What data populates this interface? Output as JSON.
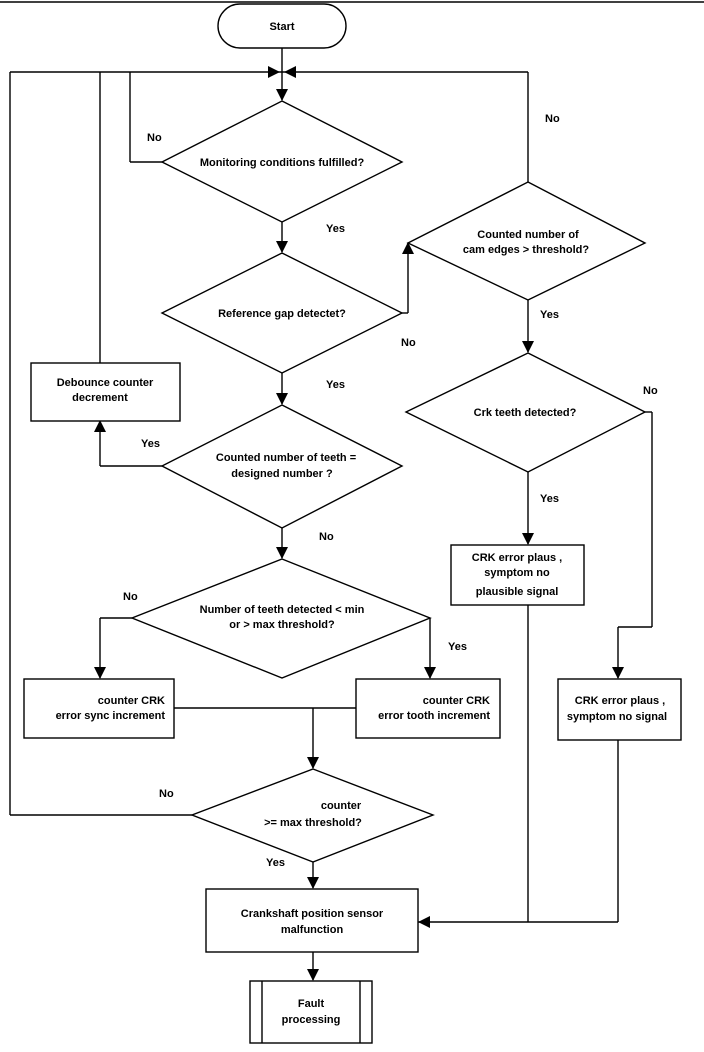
{
  "nodes": {
    "start": "Start",
    "monitoring": "Monitoring conditions fulfilled?",
    "reference_gap": "Reference gap detectet?",
    "teeth_count_1": "Counted number of teeth  =",
    "teeth_count_2": "designed number ?",
    "debounce_1": "Debounce counter",
    "debounce_2": "decrement",
    "teeth_range_1": "Number of teeth detected  < min",
    "teeth_range_2": "or > max threshold?",
    "sync_inc_1": "counter CRK",
    "sync_inc_2": "error sync increment",
    "tooth_inc_1": "counter CRK",
    "tooth_inc_2": "error tooth increment",
    "counter_check_1": "counter",
    "counter_check_2": ">= max threshold?",
    "malfunction_1": "Crankshaft position sensor",
    "malfunction_2": "malfunction",
    "fault_1": "Fault",
    "fault_2": "processing",
    "cam_edges_1": "Counted number of",
    "cam_edges_2": "cam edges  > threshold?",
    "crk_teeth": "Crk teeth detected?",
    "plaus_signal_1": "CRK error plaus ,",
    "plaus_signal_2": "symptom no",
    "plaus_signal_3": "plausible signal",
    "no_signal_1": "CRK error plaus ,",
    "no_signal_2": "symptom no signal"
  },
  "labels": {
    "monitoring_no": "No",
    "monitoring_yes": "Yes",
    "reference_no": "No",
    "reference_yes": "Yes",
    "teeth_count_yes": "Yes",
    "teeth_count_no": "No",
    "teeth_range_no": "No",
    "teeth_range_yes": "Yes",
    "counter_no": "No",
    "counter_yes": "Yes",
    "cam_edges_no": "No",
    "cam_edges_yes": "Yes",
    "crk_teeth_no": "No",
    "crk_teeth_yes": "Yes"
  }
}
